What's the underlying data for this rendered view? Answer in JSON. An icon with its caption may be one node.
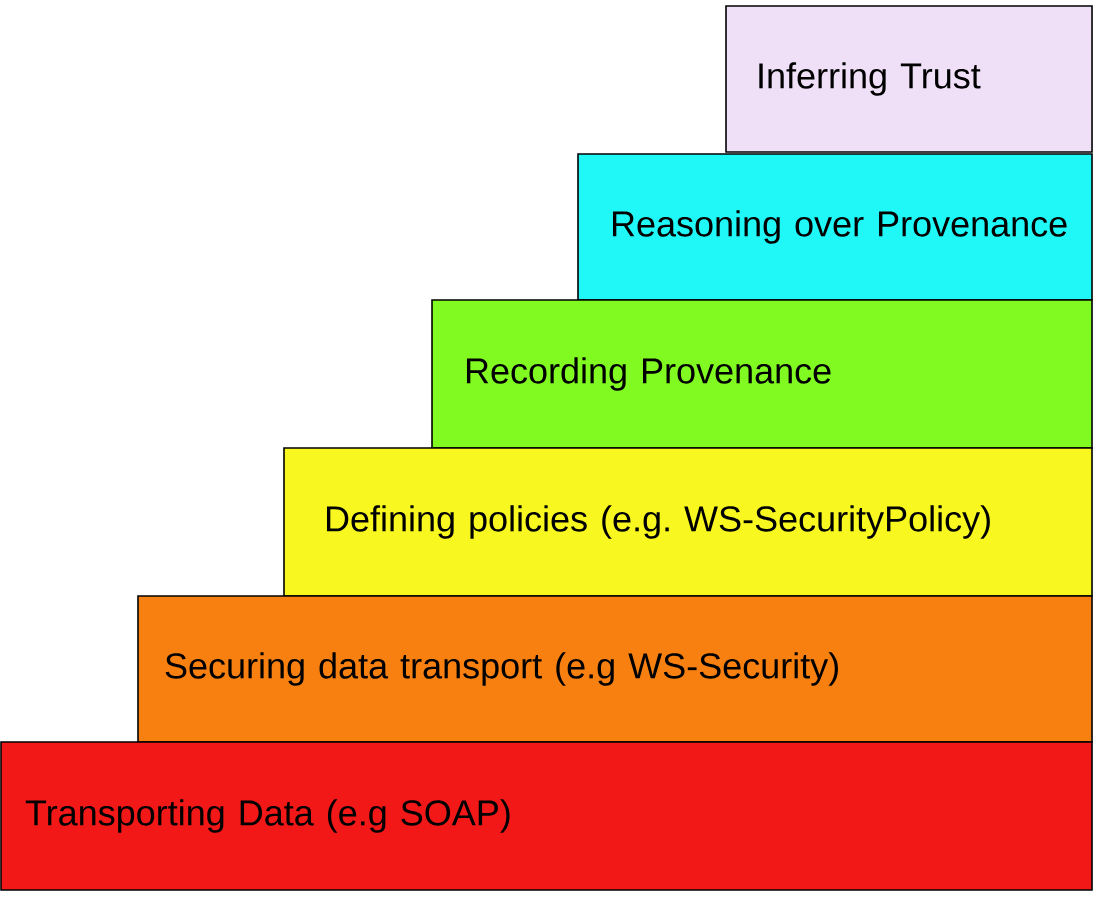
{
  "diagram": {
    "nodes": [
      {
        "text": [
          "Inferring Trust"
        ]
      },
      {
        "text": [
          "Reasoning over Provenance"
        ]
      },
      {
        "text": [
          "Recording Provenance"
        ]
      },
      {
        "text": [
          "Defining policies (e.g. WS-SecurityPolicy)"
        ]
      },
      {
        "text": [
          "Securing data transport (e.g WS-Security)"
        ]
      },
      {
        "text": [
          "Transporting Data (e.g SOAP)"
        ]
      }
    ]
  }
}
